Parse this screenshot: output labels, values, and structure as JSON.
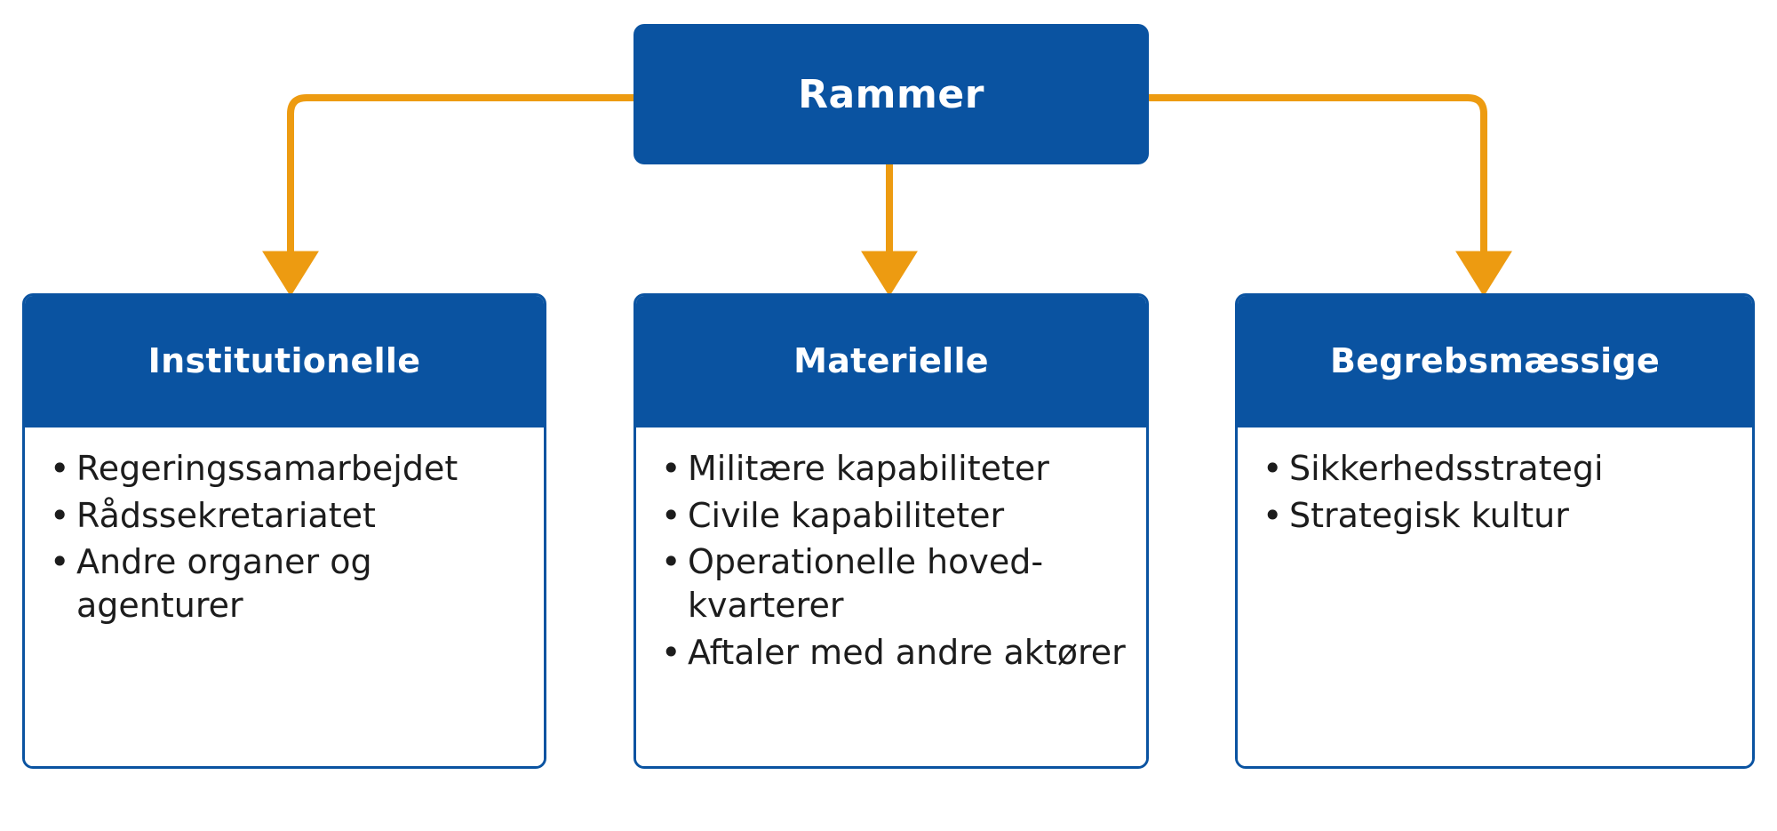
{
  "diagram": {
    "type": "hierarchy-tree",
    "colors": {
      "node_blue": "#0a53a1",
      "connector_orange": "#ed9b11",
      "card_border_blue": "#0a53a1",
      "text_on_blue": "#ffffff",
      "body_text": "#1c1c1c",
      "background": "#ffffff"
    },
    "root": {
      "label": "Rammer"
    },
    "branches": [
      {
        "id": "institutionelle",
        "title": "Institutionelle",
        "items": [
          "Regeringssamarbejdet",
          "Rådssekretariatet",
          "Andre organer og agenturer"
        ]
      },
      {
        "id": "materielle",
        "title": "Materielle",
        "items": [
          "Militære kapabiliteter",
          "Civile kapabiliteter",
          "Operationelle hoved-\nkvarterer",
          "Aftaler med andre aktører"
        ]
      },
      {
        "id": "begrebsmaessige",
        "title": "Begrebsmæssige",
        "items": [
          "Sikkerhedsstrategi",
          "Strategisk kultur"
        ]
      }
    ],
    "connectors": [
      {
        "id": "root-to-institutionelle",
        "shape": "elbow-left",
        "arrowhead": "down"
      },
      {
        "id": "root-to-materielle",
        "shape": "straight",
        "arrowhead": "down"
      },
      {
        "id": "root-to-begrebsmaessige",
        "shape": "elbow-right",
        "arrowhead": "down"
      }
    ]
  }
}
